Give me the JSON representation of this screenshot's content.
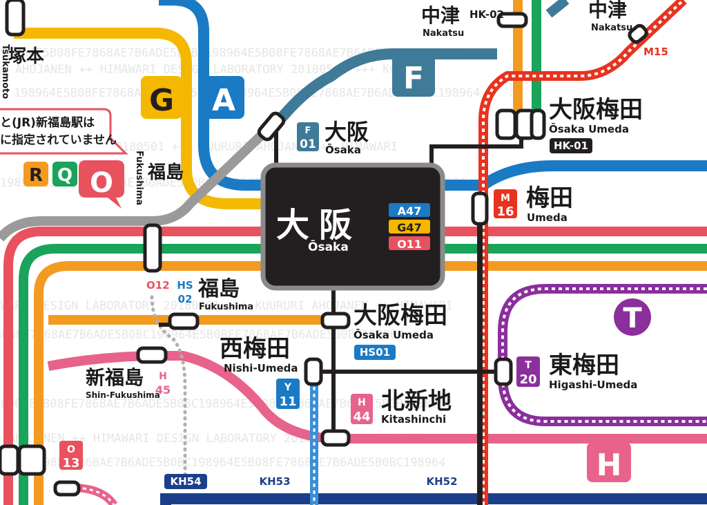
{
  "colors": {
    "blue": "#1a7ac4",
    "yellow": "#f5b800",
    "gray": "#9a9a9a",
    "green": "#1aa35a",
    "pink_red": "#e8525e",
    "orange": "#f39a21",
    "pink": "#e8638c",
    "slate": "#3f7a99",
    "navy": "#1b3f8b",
    "red": "#e8331f",
    "purple": "#8a2f9c",
    "light_blue": "#3b8fd6",
    "dark": "#231f20"
  },
  "watermark": [
    "198964E5B08FE7868AE7B6ADE5B0BC198964E5B08FE7868AE7B6ADE5B0BC198964",
    "KUURURI AHOJANEN ++ HIMAWARI DESIGN LABORATORY 20180501 +++ KUURURI",
    "HIMAWARI DESIGN LABORATORY 20180501 +++ KUURURI AHOJANEN ++ HIMAWARI"
  ],
  "line_badges": {
    "g": "G",
    "a": "A",
    "f": "F",
    "r": "R",
    "q": "Q",
    "o": "O",
    "t": "T",
    "h": "H"
  },
  "notice": {
    "line1": "と(JR)新福島駅は",
    "line2": "に指定されていません"
  },
  "stations": {
    "tsukamoto": {
      "jp": "塚本",
      "en": "Tsukamoto"
    },
    "fukushima_jr": {
      "jp": "福島",
      "en": "Fukushima"
    },
    "nakatsu_hk": {
      "jp": "中津",
      "en": "Nakatsu",
      "code": "HK-02"
    },
    "nakatsu_m": {
      "jp": "中津",
      "en": "Nakatsu",
      "code": "M15"
    },
    "osaka_jr": {
      "jp": "大阪",
      "en": "Ōsaka",
      "codes": [
        "A47",
        "G47",
        "O11"
      ]
    },
    "osaka_f": {
      "jp": "大阪",
      "en": "Ōsaka",
      "code_line": "F",
      "code_num": "01"
    },
    "osaka_umeda_hk": {
      "jp": "大阪梅田",
      "en": "Ōsaka Umeda",
      "code": "HK-01"
    },
    "umeda_m": {
      "jp": "梅田",
      "en": "Umeda",
      "code_line": "M",
      "code_num": "16"
    },
    "osaka_umeda_hs": {
      "jp": "大阪梅田",
      "en": "Ōsaka Umeda",
      "code": "HS01"
    },
    "fukushima_hs": {
      "jp": "福島",
      "en": "Fukushima",
      "code_line": "HS",
      "code_num": "02",
      "code_o": "O12"
    },
    "nishi_umeda": {
      "jp": "西梅田",
      "en": "Nishi-Umeda",
      "code_line": "Y",
      "code_num": "11"
    },
    "higashi_umeda": {
      "jp": "東梅田",
      "en": "Higashi-Umeda",
      "code_line": "T",
      "code_num": "20"
    },
    "shin_fukushima": {
      "jp": "新福島",
      "en": "Shin-Fukushima",
      "code_line": "H",
      "code_num": "45"
    },
    "kitashinchi": {
      "jp": "北新地",
      "en": "Kitashinchi",
      "code_line": "H",
      "code_num": "44"
    },
    "noda_o": {
      "code_line": "O",
      "code_num": "13"
    }
  },
  "keihan_codes": {
    "kh54": "KH54",
    "kh53": "KH53",
    "kh52": "KH52"
  }
}
